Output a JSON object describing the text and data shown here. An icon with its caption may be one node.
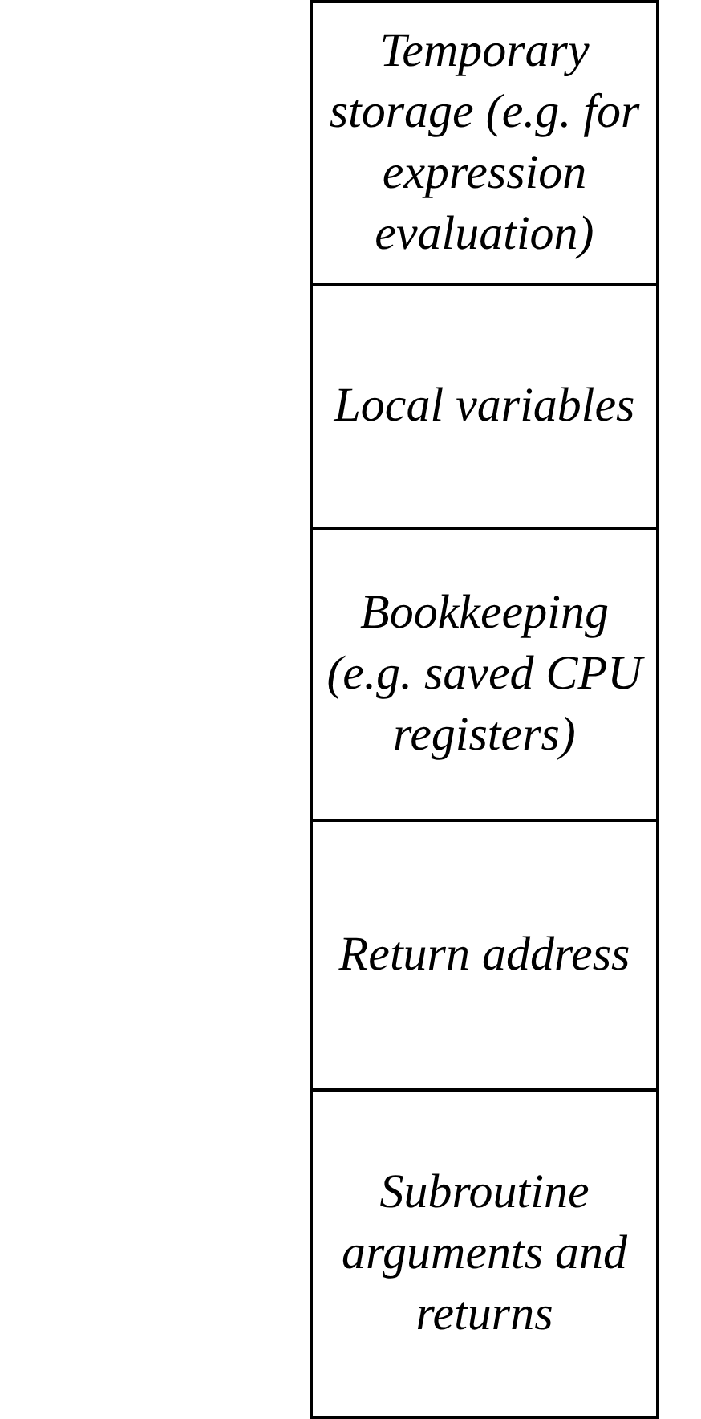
{
  "diagram": {
    "nodes": [
      {
        "text": [
          "Temporary storage (e.g. for expression evaluation)"
        ]
      },
      {
        "text": [
          "Local variables"
        ]
      },
      {
        "text": [
          "Bookkeeping (e.g. saved CPU registers)"
        ]
      },
      {
        "text": [
          "Return address"
        ]
      },
      {
        "text": [
          "Subroutine arguments and returns"
        ]
      }
    ]
  }
}
